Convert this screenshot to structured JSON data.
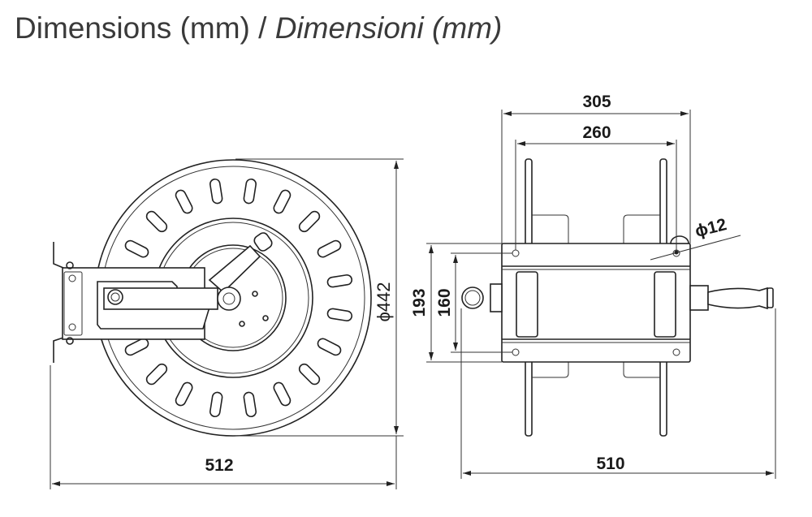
{
  "title": {
    "main": "Dimensions (mm) / ",
    "italic": "Dimensioni (mm)"
  },
  "front_view": {
    "diameter_label": "ϕ442",
    "width_label": "512"
  },
  "side_view": {
    "outer_width_label": "305",
    "inner_width_label": "260",
    "hole_label": "ϕ12",
    "height_outer_label": "193",
    "height_inner_label": "160",
    "total_width_label": "510"
  }
}
